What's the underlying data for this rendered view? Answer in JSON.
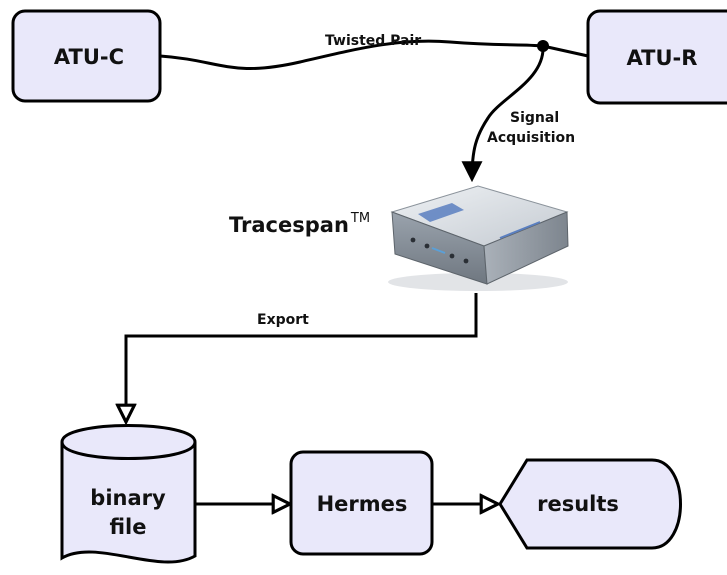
{
  "nodes": {
    "atu_c": "ATU-C",
    "atu_r": "ATU-R",
    "tracespan_name": "Tracespan",
    "tracespan_tm": "TM",
    "binary_file_line1": "binary",
    "binary_file_line2": "file",
    "hermes": "Hermes",
    "results": "results"
  },
  "edges": {
    "twisted_pair": "Twisted Pair",
    "signal_line1": "Signal",
    "signal_line2": "Acquisition",
    "export": "Export"
  },
  "colors": {
    "box_fill": "#e9e8fa",
    "stroke": "#000000",
    "device_body": "#b9c0c8",
    "device_top": "#dfe3e8"
  },
  "icons": {
    "device": "tracespan-hardware-icon"
  }
}
